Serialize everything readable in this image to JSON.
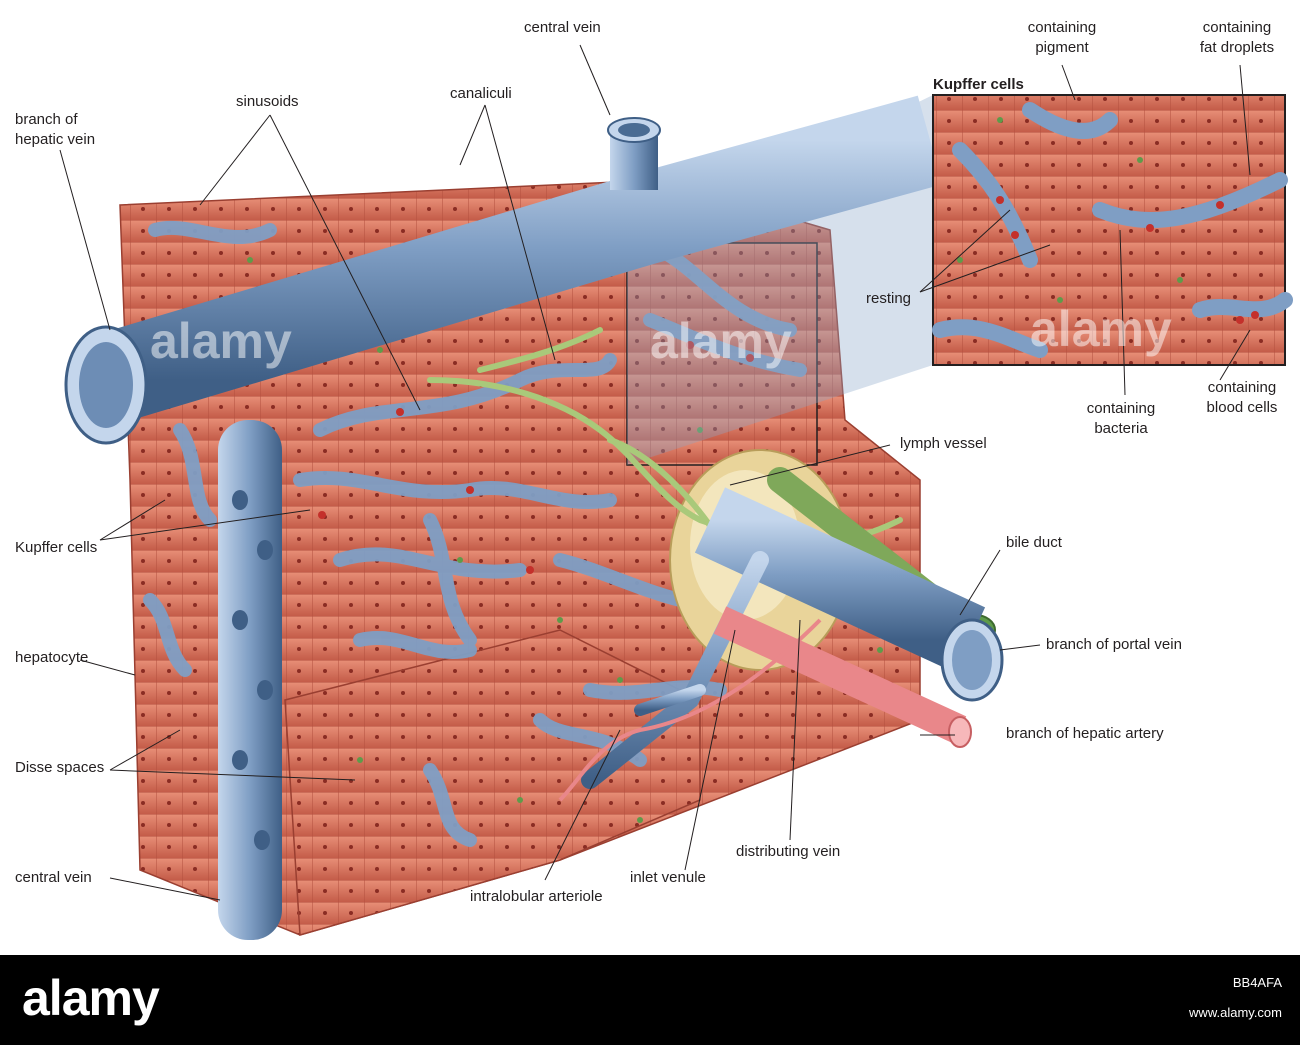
{
  "labels": {
    "branch_of_hepatic_vein": [
      "branch of",
      "hepatic vein"
    ],
    "sinusoids": "sinusoids",
    "canaliculi": "canaliculi",
    "central_vein_top": "central vein",
    "kupffer_inset_title": "Kupffer cells",
    "containing_pigment": [
      "containing",
      "pigment"
    ],
    "containing_fat_droplets": [
      "containing",
      "fat droplets"
    ],
    "resting": "resting",
    "containing_blood_cells": [
      "containing",
      "blood cells"
    ],
    "containing_bacteria": [
      "containing",
      "bacteria"
    ],
    "lymph_vessel": "lymph vessel",
    "bile_duct": "bile duct",
    "kupffer_cells_left": "Kupffer cells",
    "branch_of_portal_vein": "branch of portal vein",
    "hepatocyte": "hepatocyte",
    "branch_of_hepatic_artery": "branch of hepatic artery",
    "disse_spaces": "Disse spaces",
    "distributing_vein": "distributing vein",
    "inlet_venule": "inlet venule",
    "central_vein_bottom": "central vein",
    "intralobular_arteriole": "intralobular arteriole"
  },
  "watermark": {
    "text": "alamy",
    "image_id": "BB4AFA",
    "url": "www.alamy.com"
  },
  "colors": {
    "tissue": "#d9735f",
    "tissue_dark": "#b04a3b",
    "vein": "#7f9ec4",
    "vein_dark": "#4a6c93",
    "vein_light": "#c9daee",
    "lymph": "#a9c97a",
    "artery": "#e9878a",
    "capsule": "#e9d49a",
    "footer": "#000000"
  }
}
